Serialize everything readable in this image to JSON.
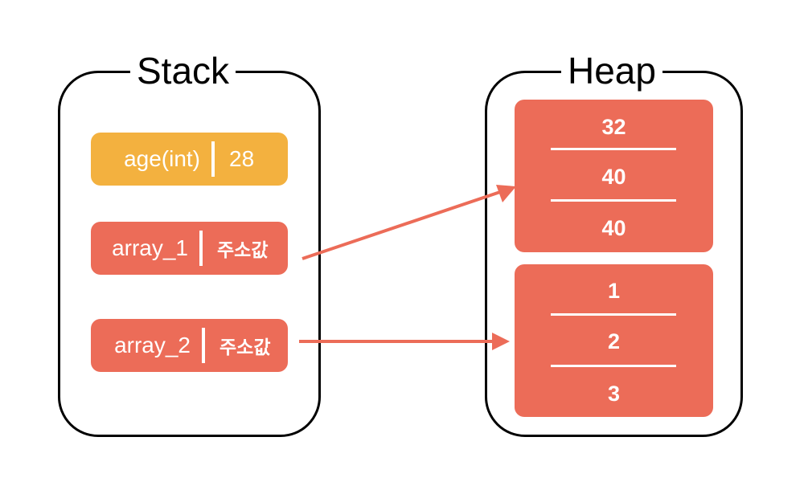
{
  "stack": {
    "title": "Stack",
    "variables": [
      {
        "name": "age(int)",
        "value": "28"
      },
      {
        "name": "array_1",
        "value": "주소값"
      },
      {
        "name": "array_2",
        "value": "주소값"
      }
    ]
  },
  "heap": {
    "title": "Heap",
    "arrays": [
      {
        "values": [
          "32",
          "40",
          "40"
        ]
      },
      {
        "values": [
          "1",
          "2",
          "3"
        ]
      }
    ]
  },
  "colors": {
    "primitive": "#f3b13f",
    "reference": "#ec6c58",
    "arrow": "#ec6c58",
    "border": "#000000"
  }
}
